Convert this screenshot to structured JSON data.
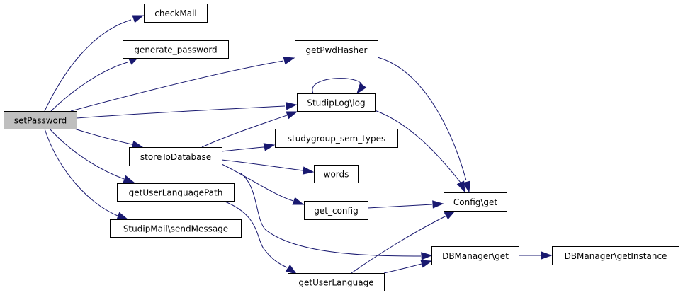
{
  "diagram": {
    "type": "call-graph",
    "colors": {
      "edge": "#191970",
      "root_fill": "#bfbfbf",
      "node_fill": "#ffffff",
      "node_border": "#000000"
    },
    "nodes": [
      {
        "id": "setPassword",
        "label": "setPassword",
        "root": true
      },
      {
        "id": "checkMail",
        "label": "checkMail"
      },
      {
        "id": "generate_password",
        "label": "generate_password"
      },
      {
        "id": "getPwdHasher",
        "label": "getPwdHasher"
      },
      {
        "id": "StudipLog_log",
        "label": "StudipLog\\log"
      },
      {
        "id": "studygroup_sem_types",
        "label": "studygroup_sem_types"
      },
      {
        "id": "storeToDatabase",
        "label": "storeToDatabase"
      },
      {
        "id": "words",
        "label": "words"
      },
      {
        "id": "getUserLanguagePath",
        "label": "getUserLanguagePath"
      },
      {
        "id": "get_config",
        "label": "get_config"
      },
      {
        "id": "Config_get",
        "label": "Config\\get"
      },
      {
        "id": "StudipMail_sendMessage",
        "label": "StudipMail\\sendMessage"
      },
      {
        "id": "DBManager_get",
        "label": "DBManager\\get"
      },
      {
        "id": "DBManager_getInstance",
        "label": "DBManager\\getInstance"
      },
      {
        "id": "getUserLanguage",
        "label": "getUserLanguage"
      }
    ],
    "edges": [
      {
        "from": "setPassword",
        "to": "checkMail"
      },
      {
        "from": "setPassword",
        "to": "generate_password"
      },
      {
        "from": "setPassword",
        "to": "getPwdHasher"
      },
      {
        "from": "setPassword",
        "to": "StudipLog_log"
      },
      {
        "from": "setPassword",
        "to": "storeToDatabase"
      },
      {
        "from": "setPassword",
        "to": "getUserLanguagePath"
      },
      {
        "from": "setPassword",
        "to": "StudipMail_sendMessage"
      },
      {
        "from": "getPwdHasher",
        "to": "Config_get"
      },
      {
        "from": "StudipLog_log",
        "to": "StudipLog_log"
      },
      {
        "from": "StudipLog_log",
        "to": "Config_get"
      },
      {
        "from": "storeToDatabase",
        "to": "StudipLog_log"
      },
      {
        "from": "storeToDatabase",
        "to": "studygroup_sem_types"
      },
      {
        "from": "storeToDatabase",
        "to": "words"
      },
      {
        "from": "storeToDatabase",
        "to": "get_config"
      },
      {
        "from": "storeToDatabase",
        "to": "DBManager_get"
      },
      {
        "from": "get_config",
        "to": "Config_get"
      },
      {
        "from": "getUserLanguagePath",
        "to": "getUserLanguage"
      },
      {
        "from": "getUserLanguage",
        "to": "Config_get"
      },
      {
        "from": "getUserLanguage",
        "to": "DBManager_get"
      },
      {
        "from": "DBManager_get",
        "to": "DBManager_getInstance"
      }
    ]
  }
}
